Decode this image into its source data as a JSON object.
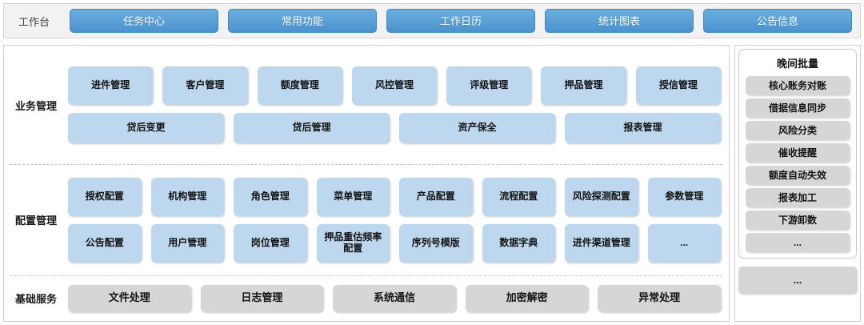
{
  "topbar": {
    "title": "工作台",
    "tabs": [
      {
        "label": "任务中心"
      },
      {
        "label": "常用功能"
      },
      {
        "label": "工作日历"
      },
      {
        "label": "统计图表"
      },
      {
        "label": "公告信息"
      }
    ]
  },
  "sections": {
    "business": {
      "label": "业务管理",
      "row1": [
        {
          "label": "进件管理"
        },
        {
          "label": "客户管理"
        },
        {
          "label": "额度管理"
        },
        {
          "label": "风控管理"
        },
        {
          "label": "评级管理"
        },
        {
          "label": "押品管理"
        },
        {
          "label": "授信管理"
        }
      ],
      "row2": [
        {
          "label": "贷后变更"
        },
        {
          "label": "贷后管理"
        },
        {
          "label": "资产保全"
        },
        {
          "label": "报表管理"
        }
      ]
    },
    "config": {
      "label": "配置管理",
      "row1": [
        {
          "label": "授权配置"
        },
        {
          "label": "机构管理"
        },
        {
          "label": "角色管理"
        },
        {
          "label": "菜单管理"
        },
        {
          "label": "产品配置"
        },
        {
          "label": "流程配置"
        },
        {
          "label": "风险探测配置"
        },
        {
          "label": "参数管理"
        }
      ],
      "row2": [
        {
          "label": "公告配置"
        },
        {
          "label": "用户管理"
        },
        {
          "label": "岗位管理"
        },
        {
          "label": "押品重估频率配置"
        },
        {
          "label": "序列号模版"
        },
        {
          "label": "数据字典"
        },
        {
          "label": "进件渠道管理"
        },
        {
          "label": "..."
        }
      ]
    },
    "basic": {
      "label": "基础服务",
      "row1": [
        {
          "label": "文件处理"
        },
        {
          "label": "日志管理"
        },
        {
          "label": "系统通信"
        },
        {
          "label": "加密解密"
        },
        {
          "label": "异常处理"
        }
      ]
    }
  },
  "right": {
    "batch": {
      "title": "晚间批量",
      "items": [
        {
          "label": "核心账务对账"
        },
        {
          "label": "借据信息同步"
        },
        {
          "label": "风险分类"
        },
        {
          "label": "催收提醒"
        },
        {
          "label": "额度自动失效"
        },
        {
          "label": "报表加工"
        },
        {
          "label": "下游卸数"
        },
        {
          "label": "..."
        }
      ]
    },
    "more_label": "..."
  },
  "colors": {
    "tab_blue": "#4a93cf",
    "cell_blue": "#bdd7ee",
    "cell_grey": "#d6d6d6",
    "topbar_bg": "#f2f2f2"
  }
}
